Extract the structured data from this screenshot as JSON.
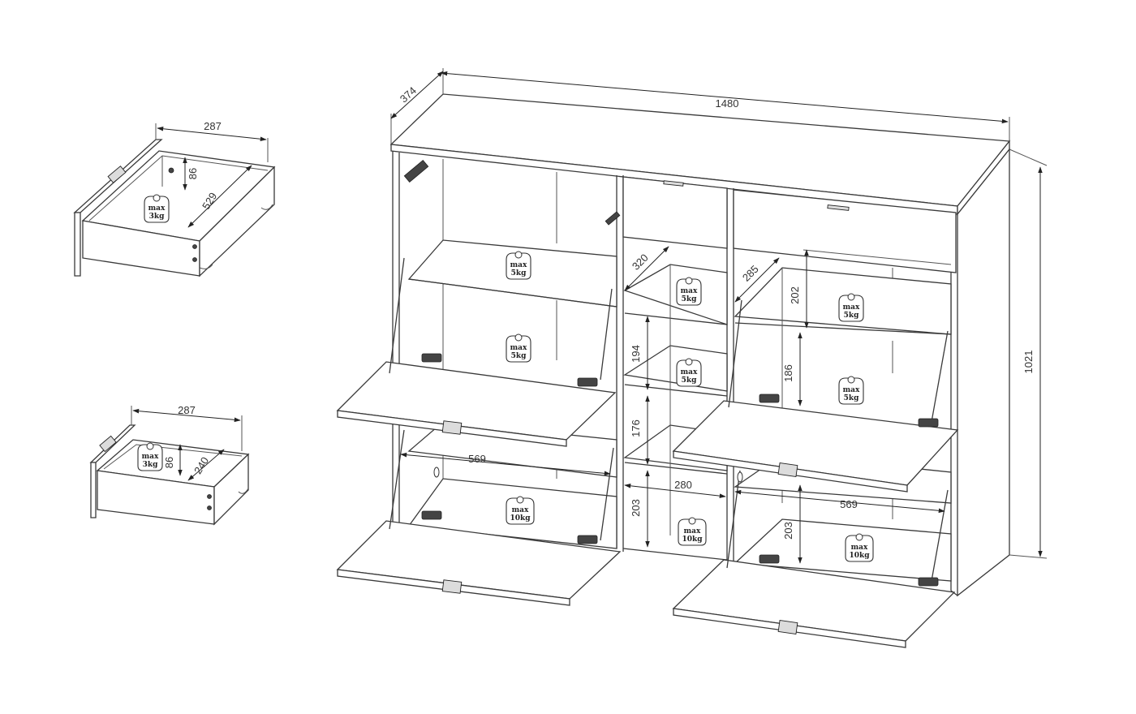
{
  "dimensions": {
    "cabinet_width": "1480",
    "cabinet_depth": "374",
    "cabinet_height": "1021",
    "drawer_top_width": "287",
    "drawer_top_height": "86",
    "drawer_top_depth": "529",
    "drawer_bottom_width": "287",
    "drawer_bottom_height": "86",
    "drawer_bottom_depth": "240",
    "mid_depth_left": "320",
    "mid_depth_right": "285",
    "right_top_height": "202",
    "mid_shelf_1": "194",
    "mid_shelf_2": "176",
    "mid_shelf_3": "203",
    "right_mid_height": "186",
    "right_bottom_height": "203",
    "left_flap_width": "569",
    "mid_width": "280",
    "right_flap_width": "569"
  },
  "weights": {
    "max_label": "max",
    "kg3": "3kg",
    "kg5": "5kg",
    "kg10": "10kg"
  }
}
